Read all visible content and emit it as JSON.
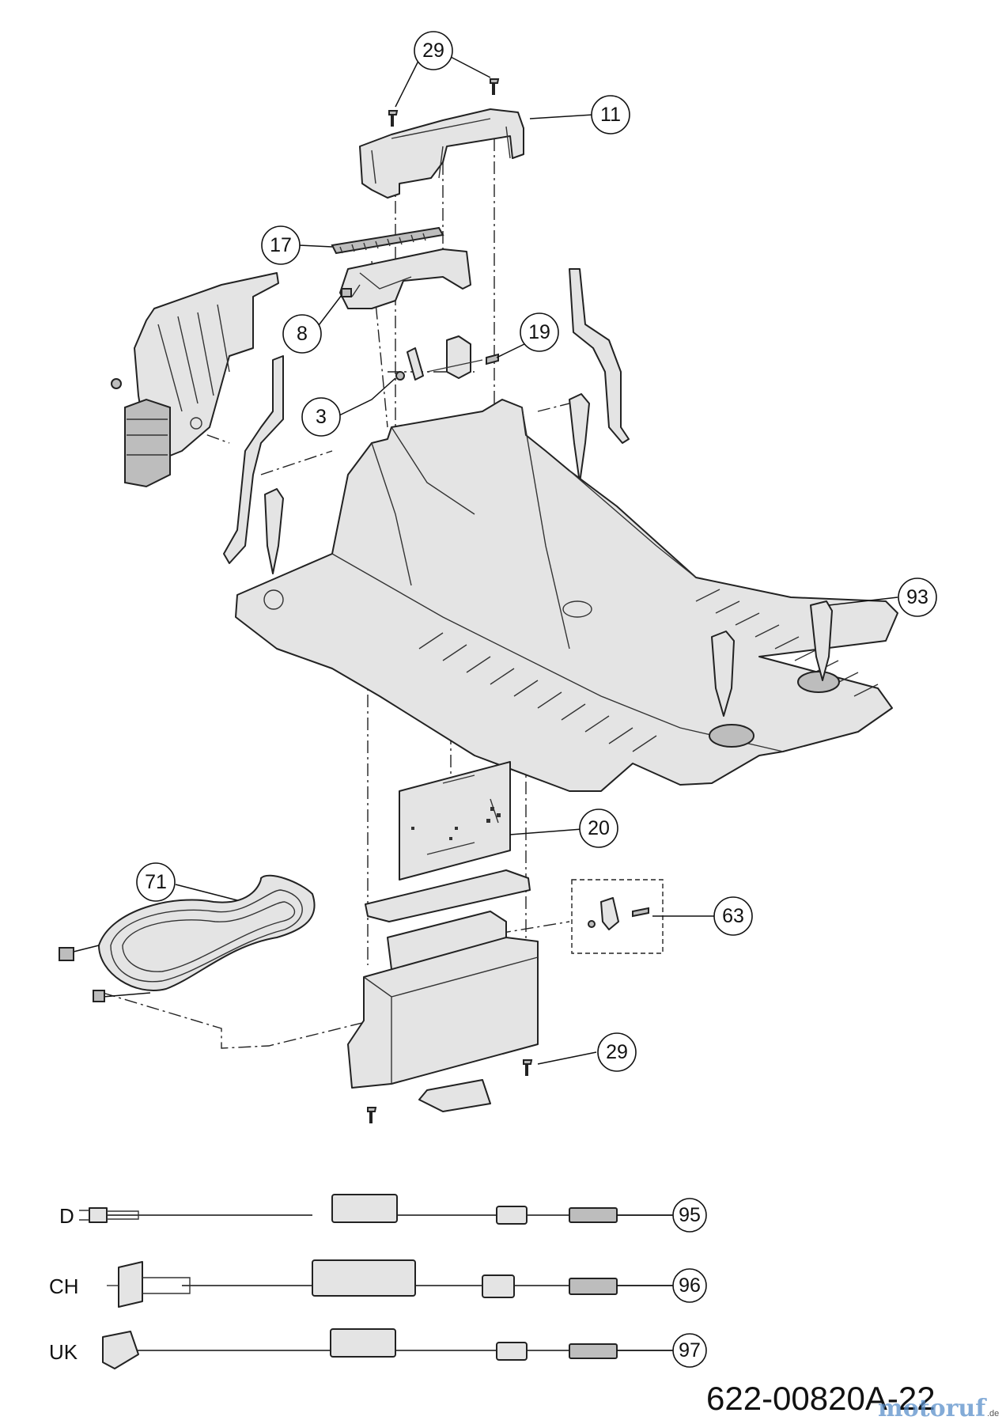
{
  "callouts": {
    "c29_top": "29",
    "c11": "11",
    "c17": "17",
    "c8": "8",
    "c19": "19",
    "c3": "3",
    "c93": "93",
    "c20": "20",
    "c71": "71",
    "c63": "63",
    "c29_bottom": "29",
    "c95": "95",
    "c96": "96",
    "c97": "97"
  },
  "variants": {
    "d": "D",
    "ch": "CH",
    "uk": "UK"
  },
  "drawing_code": "622-00820A-22",
  "watermark": {
    "brand": "motoruf",
    "tld": ".de"
  }
}
